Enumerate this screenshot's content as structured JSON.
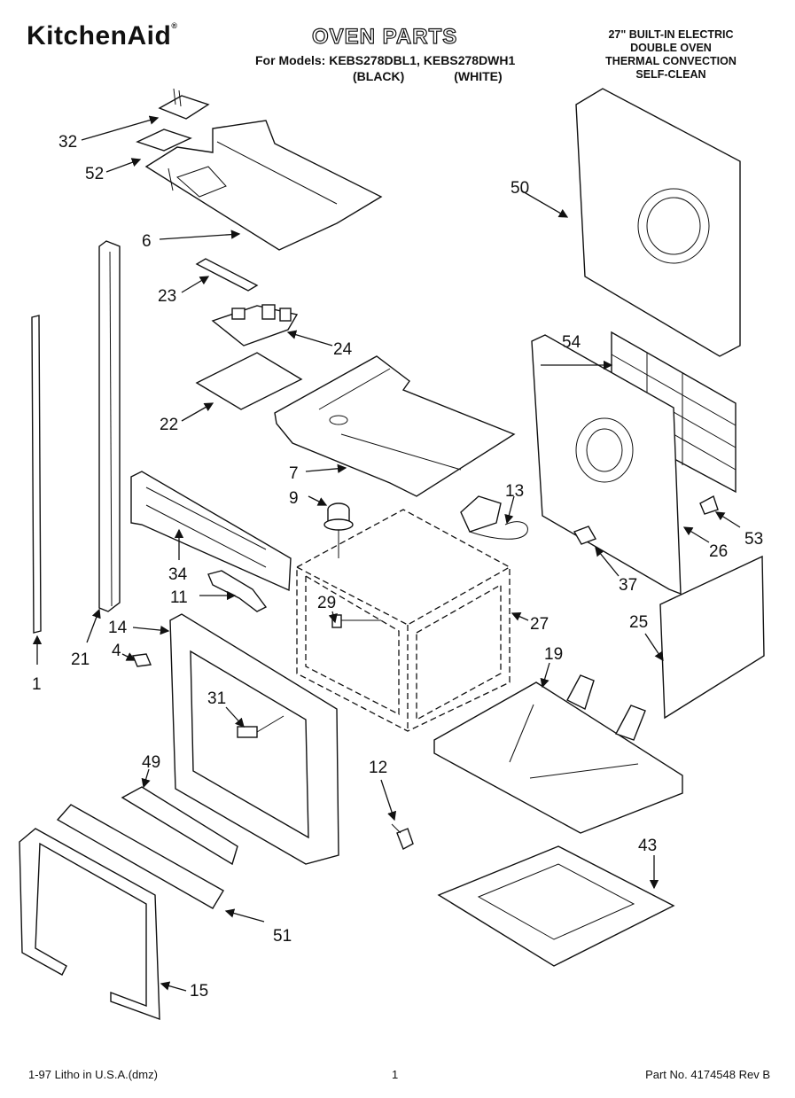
{
  "header": {
    "brand": "KitchenAid",
    "brand_mark": "®",
    "title": "OVEN PARTS",
    "models_line": "For Models: KEBS278DBL1, KEBS278DWH1",
    "color_black": "(BLACK)",
    "color_white": "(WHITE)",
    "description": [
      "27\" BUILT-IN ELECTRIC",
      "DOUBLE OVEN",
      "THERMAL CONVECTION",
      "SELF-CLEAN"
    ]
  },
  "callouts": {
    "p1": "1",
    "p4": "4",
    "p6": "6",
    "p7": "7",
    "p9": "9",
    "p11": "11",
    "p12": "12",
    "p13": "13",
    "p14": "14",
    "p15": "15",
    "p19": "19",
    "p21": "21",
    "p22": "22",
    "p23": "23",
    "p24": "24",
    "p25": "25",
    "p26": "26",
    "p27": "27",
    "p29": "29",
    "p31": "31",
    "p32": "32",
    "p34": "34",
    "p37": "37",
    "p43": "43",
    "p49": "49",
    "p50": "50",
    "p51": "51",
    "p52": "52",
    "p53": "53",
    "p54": "54"
  },
  "footer": {
    "left": "1-97 Litho in U.S.A.(dmz)",
    "page": "1",
    "right": "Part No. 4174548 Rev B"
  }
}
